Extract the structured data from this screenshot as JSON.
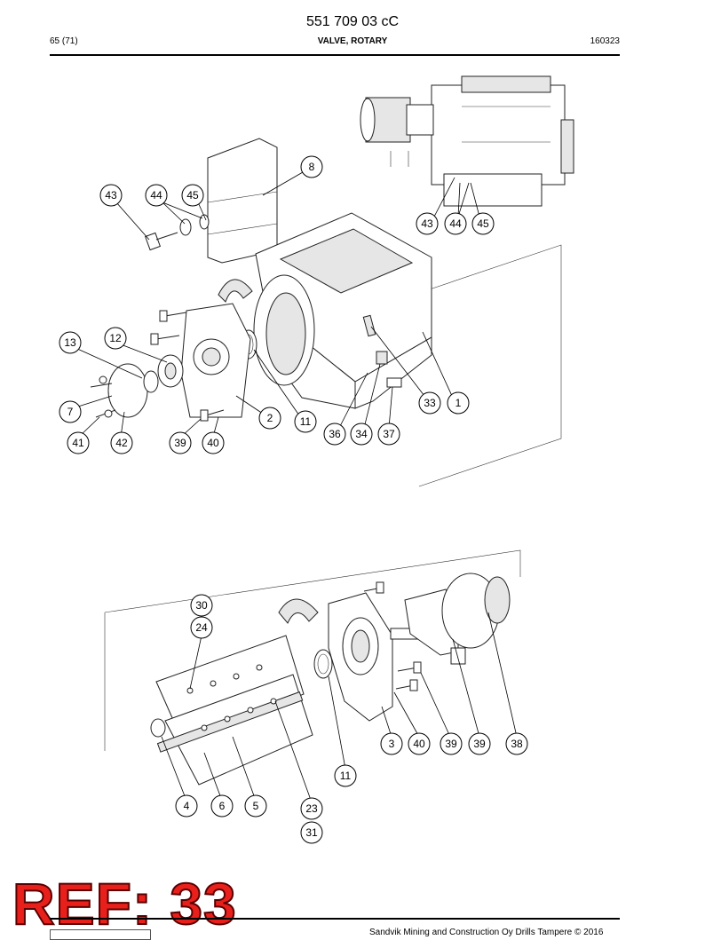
{
  "header": {
    "doc_number": "551 709 03 cC",
    "page": "65 (71)",
    "title": "VALVE, ROTARY",
    "date": "160323"
  },
  "footer": {
    "copyright": "Sandvik Mining and Construction Oy Drills Tampere © 2016"
  },
  "stamp": {
    "text": "REF: 33",
    "color": "#e8201c"
  },
  "callouts_top": [
    "8",
    "43",
    "44",
    "45",
    "43",
    "44",
    "45",
    "13",
    "12",
    "7",
    "41",
    "42",
    "39",
    "40",
    "2",
    "11",
    "36",
    "34",
    "37",
    "33",
    "1"
  ],
  "callouts_bottom": [
    "30",
    "24",
    "4",
    "6",
    "5",
    "23",
    "31",
    "11",
    "3",
    "40",
    "39",
    "39",
    "38"
  ]
}
